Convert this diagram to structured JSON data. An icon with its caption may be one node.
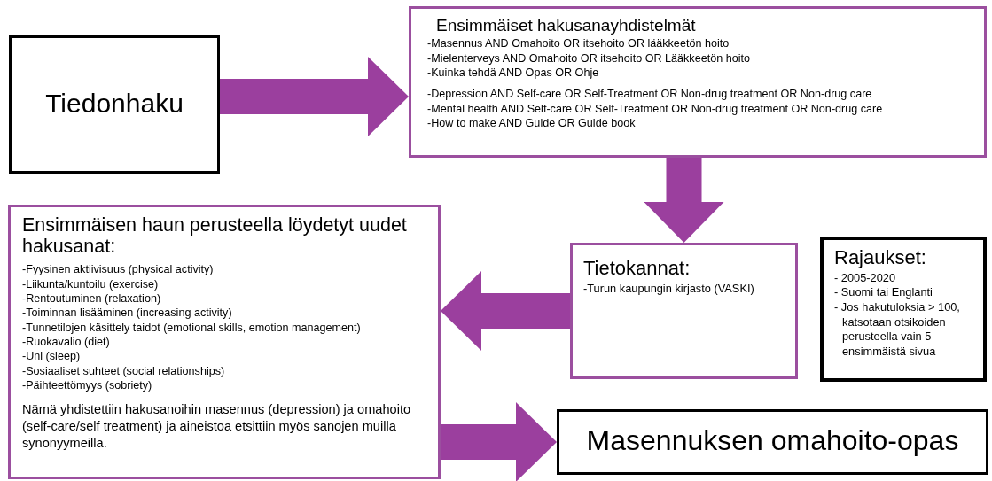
{
  "diagram": {
    "nodes": [
      {
        "text": [
          "Tiedonhaku"
        ]
      },
      {
        "text": [
          "Ensimmäiset hakusanayhdistelmät",
          "-Masennus AND Omahoito OR itsehoito OR lääkkeetön hoito",
          "-Mielenterveys AND Omahoito OR itsehoito OR Lääkkeetön hoito",
          "-Kuinka tehdä AND Opas OR Ohje",
          "-Depression AND Self-care OR Self-Treatment OR Non-drug treatment OR Non-drug care",
          "-Mental health AND Self-care OR Self-Treatment OR Non-drug treatment OR Non-drug care",
          "-How to make AND Guide OR Guide book"
        ]
      },
      {
        "text": [
          "Tietokannat:",
          "-Turun kaupungin kirjasto (VASKI)"
        ]
      },
      {
        "text": [
          "Rajaukset:",
          "- 2005-2020",
          "- Suomi tai Englanti",
          "- Jos hakutuloksia > 100, katsotaan otsikoiden perusteella vain 5 ensimmäistä sivua"
        ]
      },
      {
        "text": [
          "Ensimmäisen haun perusteella löydetyt uudet hakusanat:",
          "-Fyysinen aktiivisuus (physical activity)",
          "-Liikunta/kuntoilu (exercise)",
          "-Rentoutuminen (relaxation)",
          "-Toiminnan lisääminen (increasing activity)",
          "-Tunnetilojen käsittely taidot (emotional skills, emotion management)",
          "-Ruokavalio (diet)",
          "-Uni (sleep)",
          "-Sosiaaliset suhteet (social relationships)",
          "-Päihteettömyys (sobriety)",
          "Nämä yhdistettiin hakusanoihin masennus (depression) ja omahoito (self-care/self treatment) ja aineistoa etsittiin myös sanojen muilla synonyymeilla."
        ]
      },
      {
        "text": [
          "Masennuksen omahoito-opas"
        ]
      }
    ],
    "edges": [
      {
        "from": 0,
        "to": 1,
        "arrow": "to"
      },
      {
        "from": 1,
        "to": 2,
        "arrow": "to"
      },
      {
        "from": 2,
        "to": 4,
        "arrow": "to"
      },
      {
        "from": 4,
        "to": 5,
        "arrow": "to"
      }
    ]
  }
}
